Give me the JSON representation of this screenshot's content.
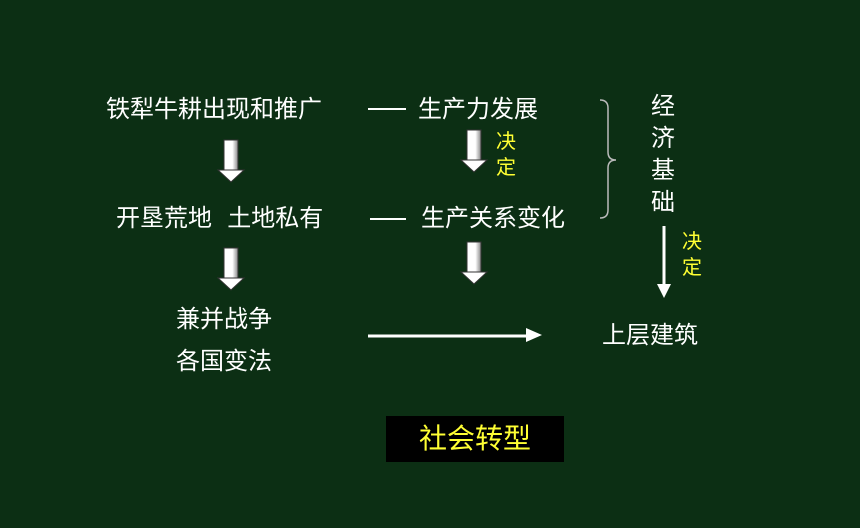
{
  "row1": {
    "left": "铁犁牛耕出现和推广",
    "right": "生产力发展"
  },
  "row2": {
    "left": "开垦荒地  土地私有",
    "right": "生产关系变化"
  },
  "row3": {
    "line1": "兼并战争",
    "line2": "各国变法"
  },
  "economic_base": "经\n济\n基\n础",
  "determines_label_1": "决\n定",
  "determines_label_2": "决\n定",
  "superstructure": "上层建筑",
  "banner": "社会转型",
  "colors": {
    "background": "#0c2f14",
    "text": "#ffffff",
    "accent": "#ffff33",
    "banner_bg": "#000000"
  }
}
